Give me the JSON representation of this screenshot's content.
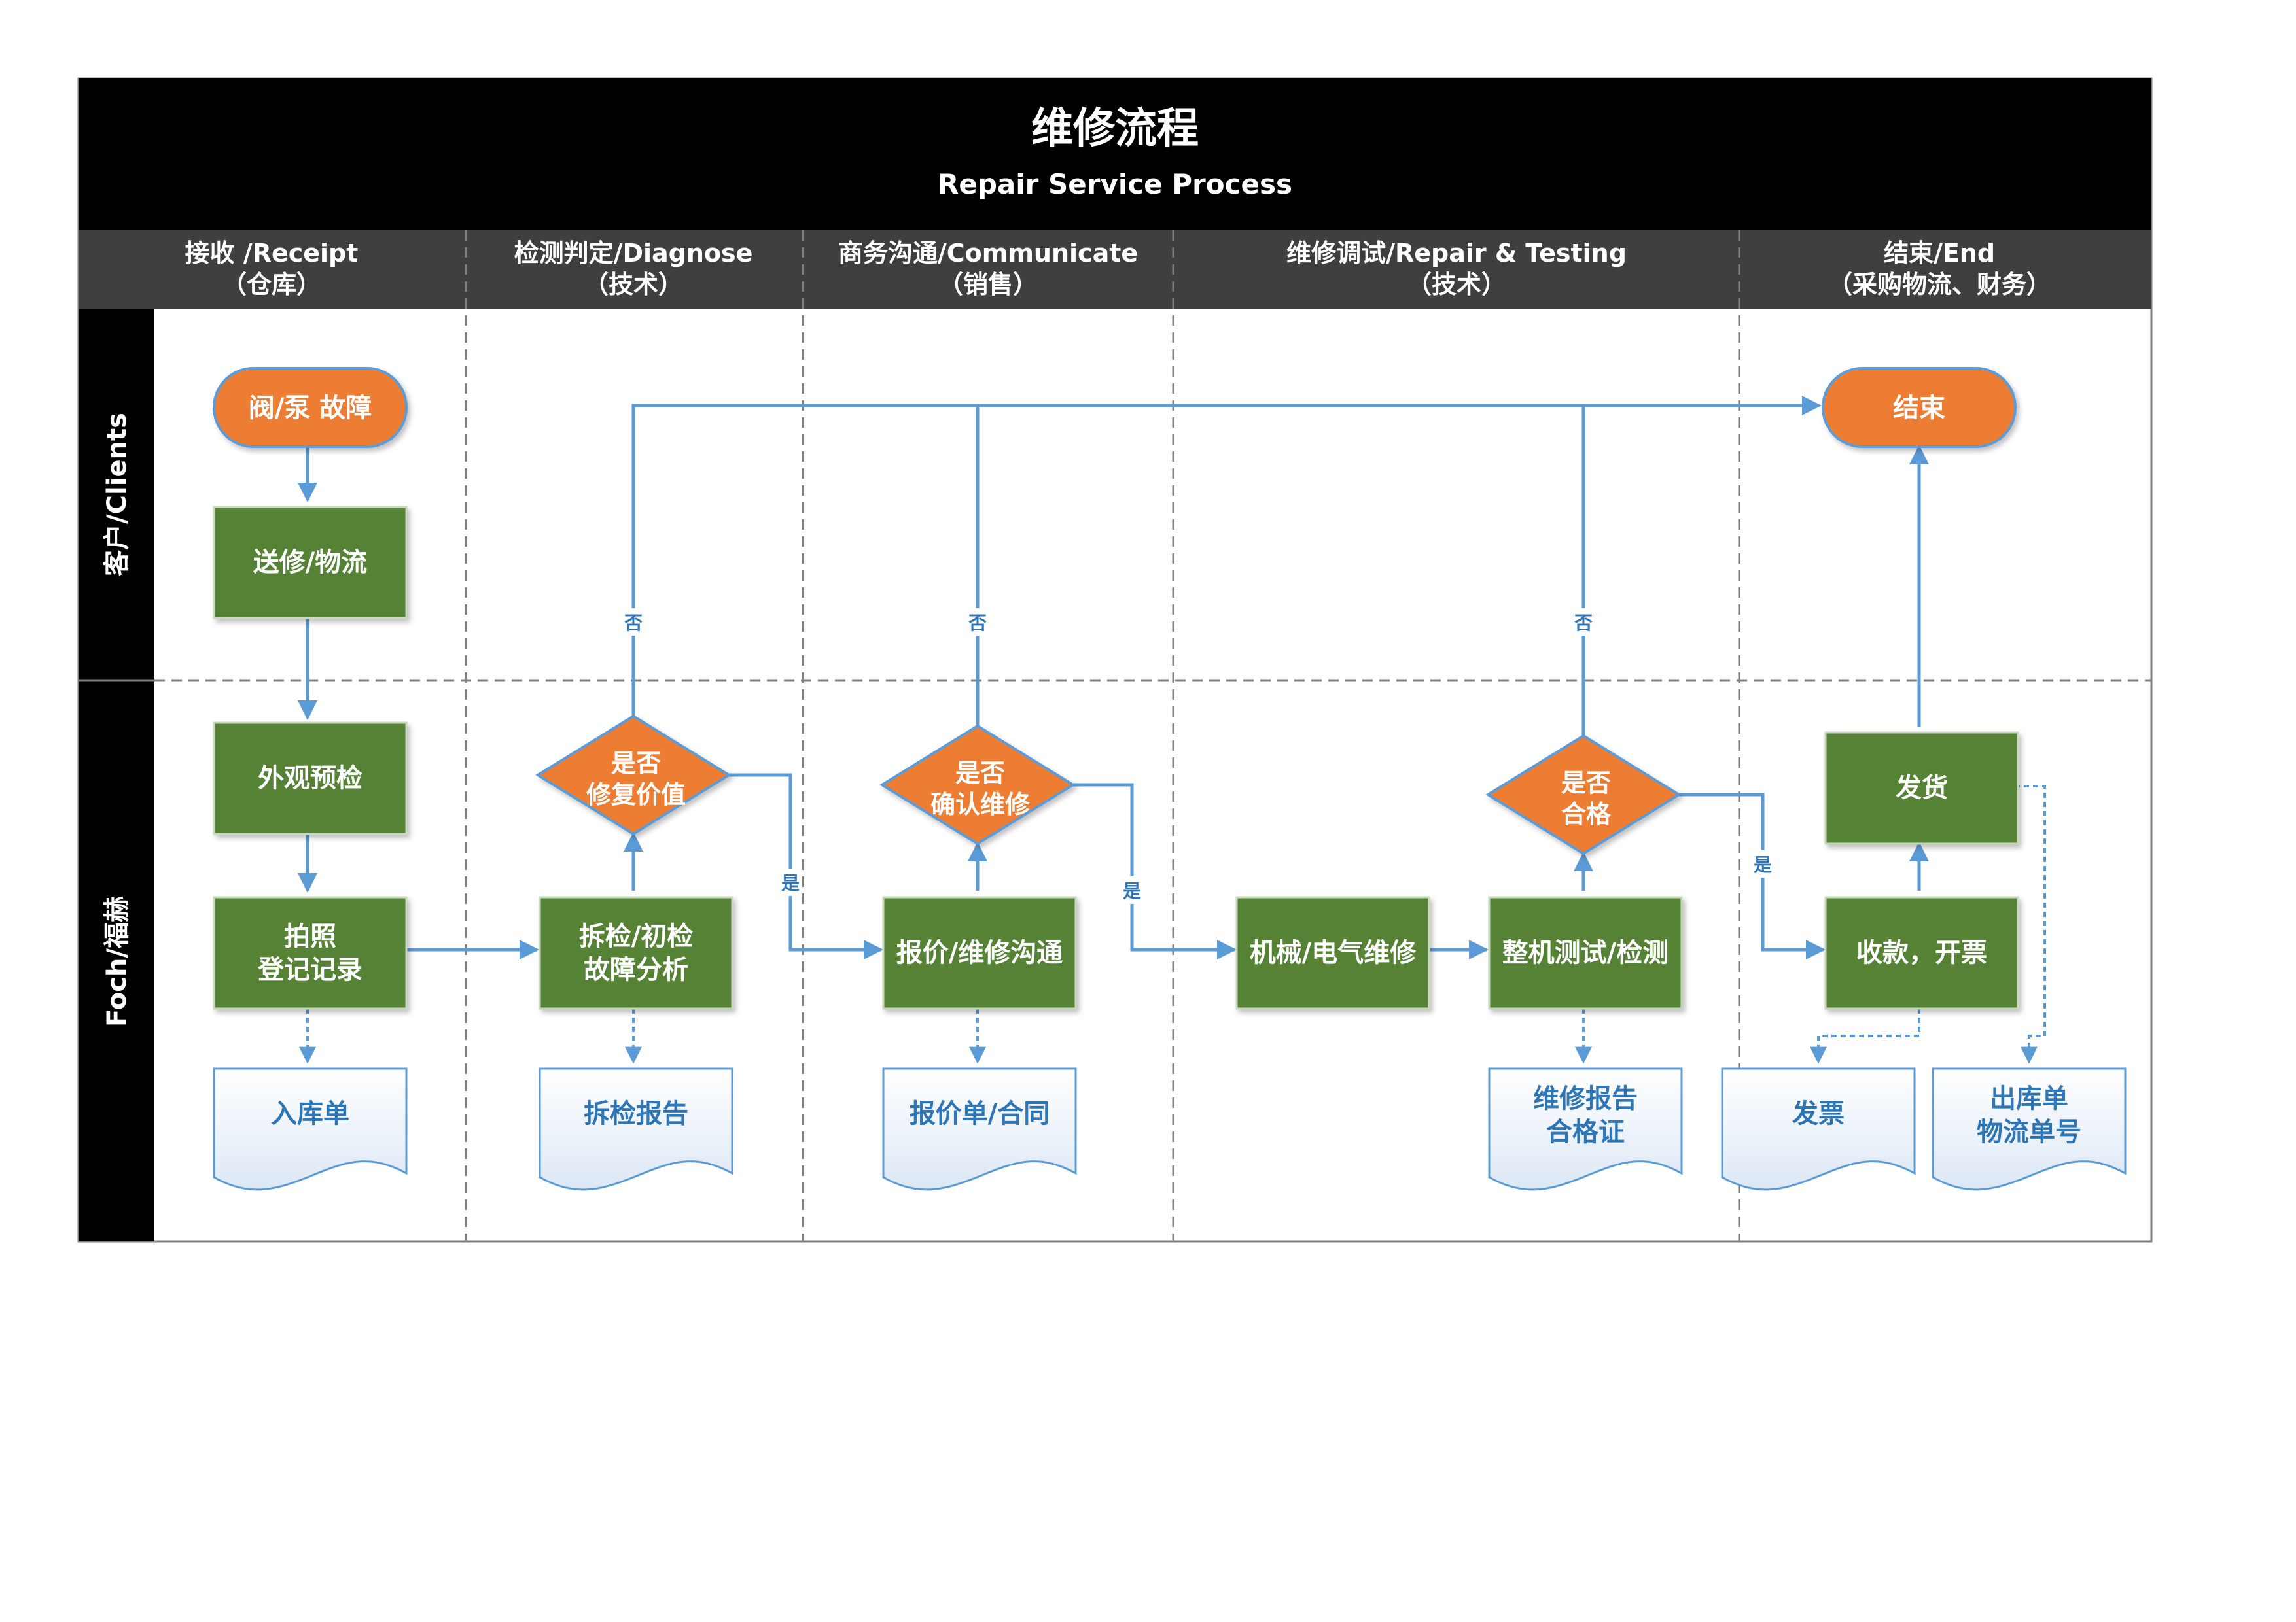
{
  "title": {
    "main": "维修流程",
    "sub": "Repair Service Process"
  },
  "columns": [
    {
      "line1": "接收 /Receipt",
      "line2": "（仓库）"
    },
    {
      "line1": "检测判定/Diagnose",
      "line2": "（技术）"
    },
    {
      "line1": "商务沟通/Communicate",
      "line2": "（销售）"
    },
    {
      "line1": "维修调试/Repair & Testing",
      "line2": "（技术）"
    },
    {
      "line1": "结束/End",
      "line2": "（采购物流、财务）"
    }
  ],
  "lanes": {
    "clients": "客户/Clients",
    "foch": "Foch/福赫"
  },
  "nodes": {
    "start": "阀/泵 故障",
    "end": "结束",
    "send_repair": "送修/物流",
    "inspect": "外观预检",
    "photo": [
      "拍照",
      "登记记录"
    ],
    "disassemble": [
      "拆检/初检",
      "故障分析"
    ],
    "quote": "报价/维修沟通",
    "repair": "机械/电气维修",
    "test": "整机测试/检测",
    "payment": "收款，开票",
    "ship": "发货",
    "decision_value": [
      "是否",
      "修复价值"
    ],
    "decision_confirm": [
      "是否",
      "确认维修"
    ],
    "decision_pass": [
      "是否",
      "合格"
    ]
  },
  "documents": {
    "receipt_doc": "入库单",
    "inspection_report": "拆检报告",
    "quotation": "报价单/合同",
    "repair_report": [
      "维修报告",
      "合格证"
    ],
    "invoice": "发票",
    "shipping": [
      "出库单",
      "物流单号"
    ]
  },
  "labels": {
    "yes": "是",
    "no": "否"
  },
  "colors": {
    "header_bg": "#000000",
    "column_header_bg": "#3f3f3f",
    "process_green": "#548235",
    "terminal_orange": "#ed7d31",
    "arrow_blue": "#5b9bd5",
    "doc_text_blue": "#2e75b6",
    "doc_fill": "#f2f7fc"
  }
}
